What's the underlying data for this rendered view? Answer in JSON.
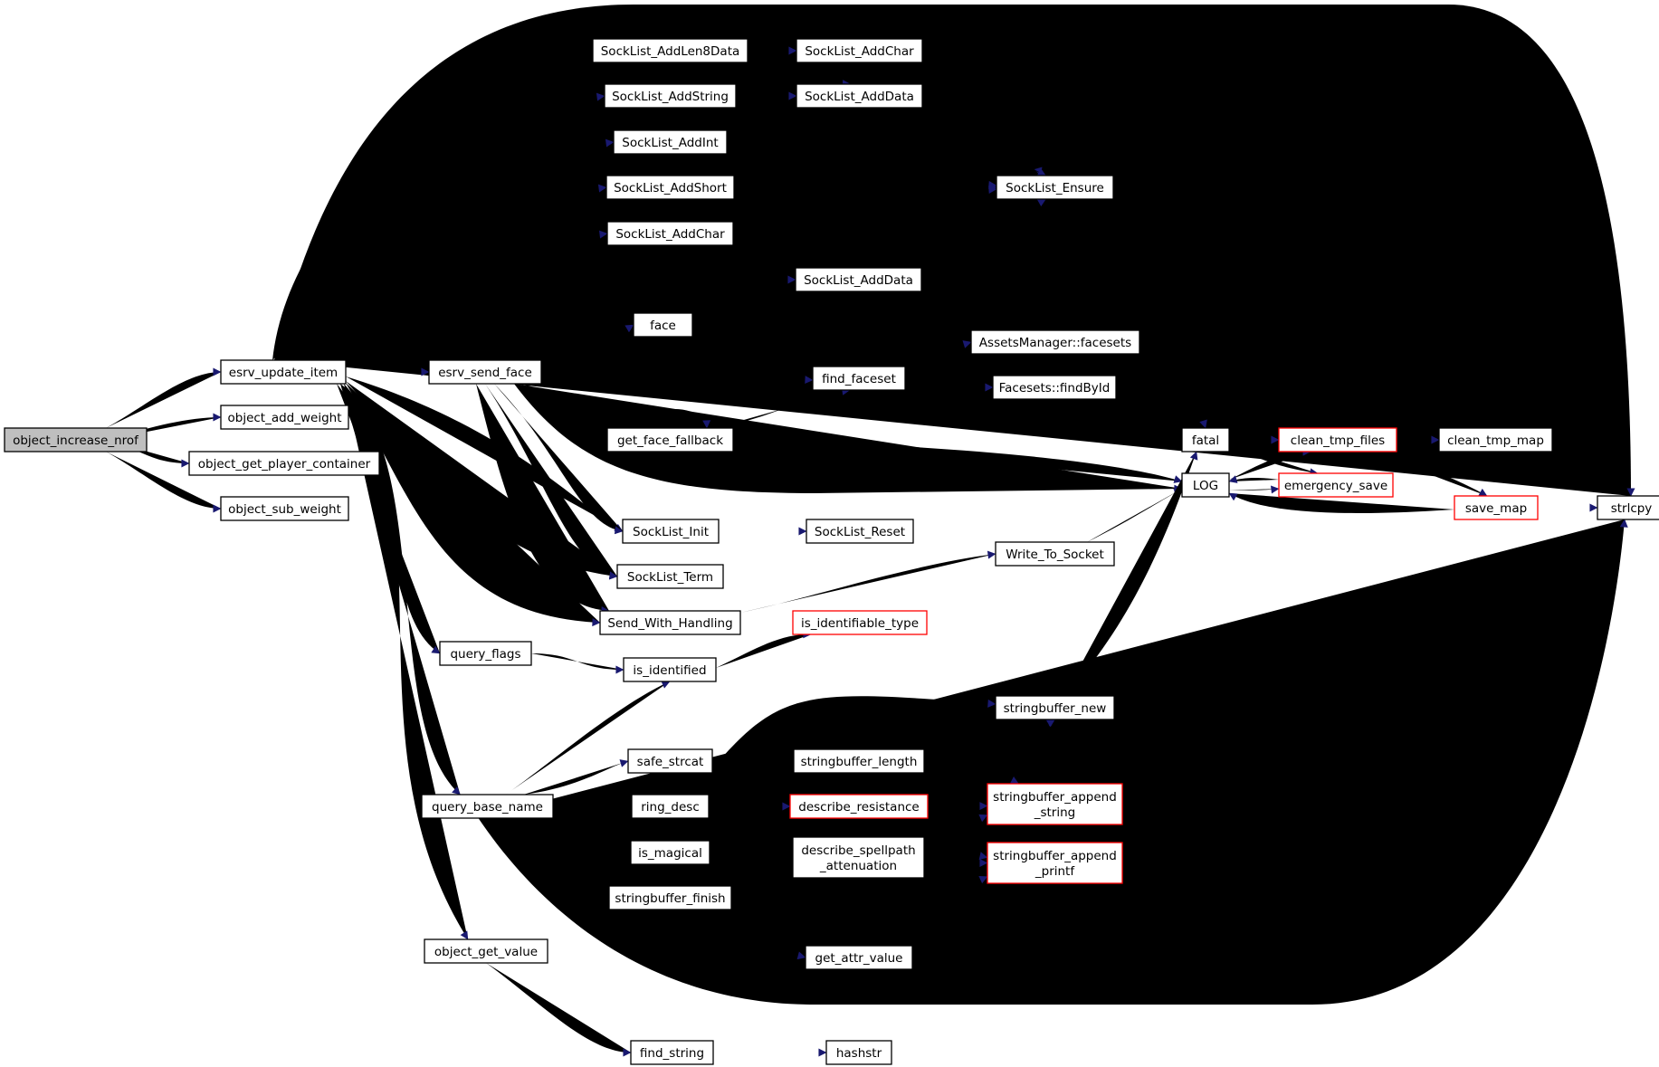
{
  "colors": {
    "edge": "#191970",
    "root_fill": "#bfbfbf",
    "truncated_border": "#ff0000",
    "node_border": "#000000"
  },
  "nodes": [
    {
      "id": "object_increase_nrof",
      "label": [
        "object_increase_nrof"
      ],
      "root": true
    },
    {
      "id": "esrv_update_item",
      "label": [
        "esrv_update_item"
      ]
    },
    {
      "id": "object_add_weight",
      "label": [
        "object_add_weight"
      ]
    },
    {
      "id": "object_get_player_container",
      "label": [
        "object_get_player_container"
      ]
    },
    {
      "id": "object_sub_weight",
      "label": [
        "object_sub_weight"
      ]
    },
    {
      "id": "esrv_send_face",
      "label": [
        "esrv_send_face"
      ]
    },
    {
      "id": "query_flags",
      "label": [
        "query_flags"
      ]
    },
    {
      "id": "query_base_name",
      "label": [
        "query_base_name"
      ]
    },
    {
      "id": "object_get_value",
      "label": [
        "object_get_value"
      ]
    },
    {
      "id": "SockList_AddLen8Data",
      "label": [
        "SockList_AddLen8Data"
      ]
    },
    {
      "id": "SockList_AddString",
      "label": [
        "SockList_AddString"
      ]
    },
    {
      "id": "SockList_AddInt",
      "label": [
        "SockList_AddInt"
      ]
    },
    {
      "id": "SockList_AddShort",
      "label": [
        "SockList_AddShort"
      ]
    },
    {
      "id": "SockList_AddChar_a",
      "label": [
        "SockList_AddChar"
      ]
    },
    {
      "id": "SockList_Init",
      "label": [
        "SockList_Init"
      ]
    },
    {
      "id": "SockList_Term",
      "label": [
        "SockList_Term"
      ]
    },
    {
      "id": "Send_With_Handling",
      "label": [
        "Send_With_Handling"
      ]
    },
    {
      "id": "face",
      "label": [
        "face"
      ]
    },
    {
      "id": "get_face_fallback",
      "label": [
        "get_face_fallback"
      ]
    },
    {
      "id": "find_faceset",
      "label": [
        "find_faceset"
      ]
    },
    {
      "id": "SockList_AddData_b",
      "label": [
        "SockList_AddData"
      ]
    },
    {
      "id": "is_identified",
      "label": [
        "is_identified"
      ]
    },
    {
      "id": "safe_strcat",
      "label": [
        "safe_strcat"
      ]
    },
    {
      "id": "ring_desc",
      "label": [
        "ring_desc"
      ]
    },
    {
      "id": "is_magical",
      "label": [
        "is_magical"
      ]
    },
    {
      "id": "stringbuffer_finish",
      "label": [
        "stringbuffer_finish"
      ]
    },
    {
      "id": "find_string",
      "label": [
        "find_string"
      ]
    },
    {
      "id": "SockList_AddChar_b",
      "label": [
        "SockList_AddChar"
      ]
    },
    {
      "id": "SockList_AddData_a",
      "label": [
        "SockList_AddData"
      ]
    },
    {
      "id": "SockList_Ensure",
      "label": [
        "SockList_Ensure"
      ]
    },
    {
      "id": "SockList_Reset",
      "label": [
        "SockList_Reset"
      ]
    },
    {
      "id": "Write_To_Socket",
      "label": [
        "Write_To_Socket"
      ]
    },
    {
      "id": "AssetsManager_facesets",
      "label": [
        "AssetsManager::facesets"
      ]
    },
    {
      "id": "Facesets_findById",
      "label": [
        "Facesets::findById"
      ]
    },
    {
      "id": "is_identifiable_type",
      "label": [
        "is_identifiable_type"
      ],
      "truncated": true
    },
    {
      "id": "stringbuffer_new",
      "label": [
        "stringbuffer_new"
      ]
    },
    {
      "id": "stringbuffer_length",
      "label": [
        "stringbuffer_length"
      ]
    },
    {
      "id": "describe_resistance",
      "label": [
        "describe_resistance"
      ],
      "truncated": true
    },
    {
      "id": "describe_spellpath_attenuation",
      "label": [
        "describe_spellpath",
        "_attenuation"
      ]
    },
    {
      "id": "get_attr_value",
      "label": [
        "get_attr_value"
      ]
    },
    {
      "id": "hashstr",
      "label": [
        "hashstr"
      ]
    },
    {
      "id": "stringbuffer_append_string",
      "label": [
        "stringbuffer_append",
        "_string"
      ],
      "truncated": true
    },
    {
      "id": "stringbuffer_append_printf",
      "label": [
        "stringbuffer_append",
        "_printf"
      ],
      "truncated": true
    },
    {
      "id": "fatal",
      "label": [
        "fatal"
      ]
    },
    {
      "id": "LOG",
      "label": [
        "LOG"
      ]
    },
    {
      "id": "clean_tmp_files",
      "label": [
        "clean_tmp_files"
      ],
      "truncated": true
    },
    {
      "id": "emergency_save",
      "label": [
        "emergency_save"
      ],
      "truncated": true
    },
    {
      "id": "clean_tmp_map",
      "label": [
        "clean_tmp_map"
      ]
    },
    {
      "id": "save_map",
      "label": [
        "save_map"
      ],
      "truncated": true
    },
    {
      "id": "strlcpy",
      "label": [
        "strlcpy"
      ]
    }
  ]
}
